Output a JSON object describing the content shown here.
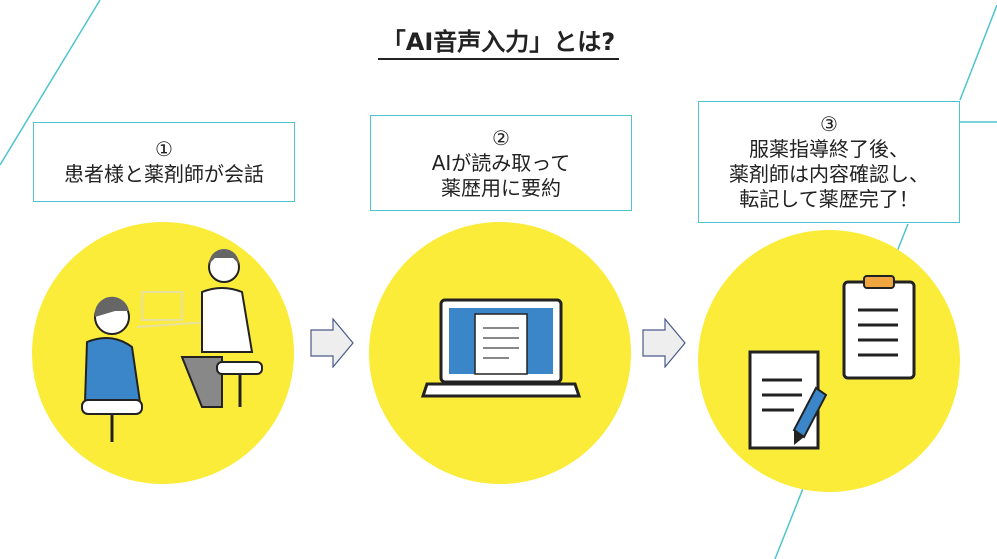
{
  "title": "「AI音声入力」とは?",
  "steps": [
    {
      "num": "①",
      "lines": [
        "患者様と薬剤師が会話"
      ]
    },
    {
      "num": "②",
      "lines": [
        "AIが読み取って",
        "薬歴用に要約"
      ]
    },
    {
      "num": "③",
      "lines": [
        "服薬指導終了後、",
        "薬剤師は内容確認し、",
        "転記して薬歴完了！"
      ]
    }
  ],
  "colors": {
    "accent": "#4fc4cf",
    "circle": "#fbec3a",
    "screen": "#3a86c8"
  }
}
